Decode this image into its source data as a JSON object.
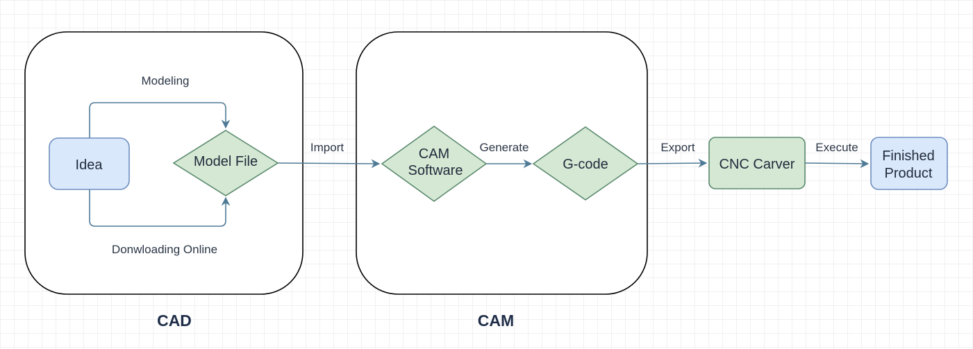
{
  "groups": {
    "cad": {
      "title": "CAD"
    },
    "cam": {
      "title": "CAM"
    }
  },
  "nodes": {
    "idea": {
      "label": "Idea"
    },
    "model_file": {
      "label": "Model File"
    },
    "cam_software": {
      "line1": "CAM",
      "line2": "Software"
    },
    "gcode": {
      "label": "G-code"
    },
    "cnc_carver": {
      "label": "CNC Carver"
    },
    "finished_product": {
      "line1": "Finished",
      "line2": "Product"
    }
  },
  "edges": {
    "modeling": "Modeling",
    "downloading": "Donwloading Online",
    "import": "Import",
    "generate": "Generate",
    "export": "Export",
    "execute": "Execute"
  },
  "colors": {
    "blue_fill": "#dae8fc",
    "blue_stroke": "#6c8ebf",
    "green_fill": "#d5e8d4",
    "green_stroke": "#5b8a6e",
    "edge": "#4f7a96",
    "grid": "#e3e3e3"
  }
}
